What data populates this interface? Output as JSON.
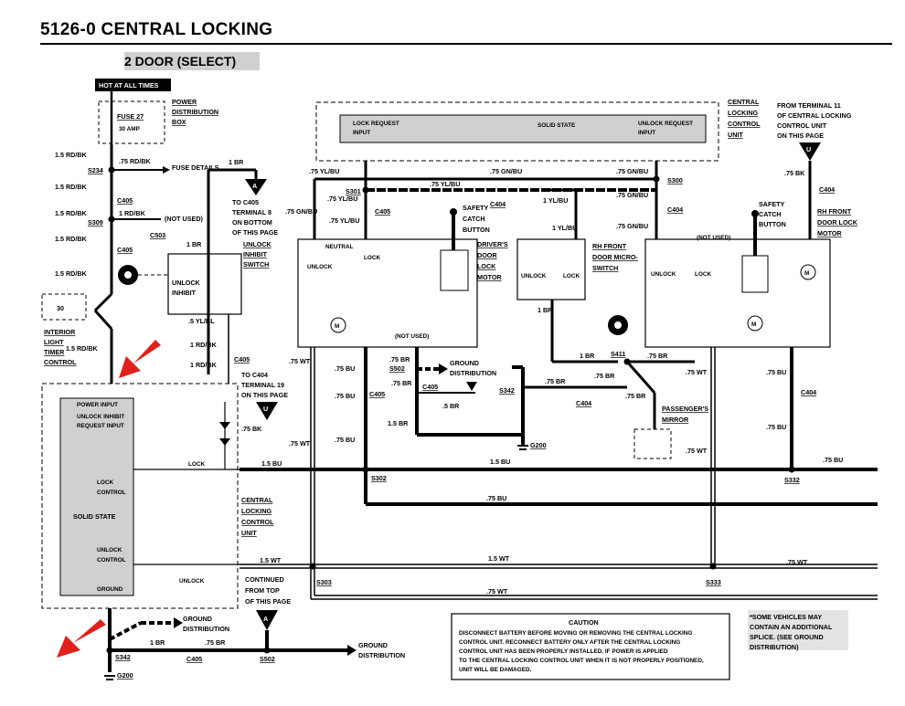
{
  "header": {
    "title": "5126-0   CENTRAL LOCKING",
    "subtitle": "2 DOOR (SELECT)"
  },
  "power": {
    "hot_label": "HOT AT ALL TIMES",
    "fuse_name": "FUSE 27",
    "fuse_rating": "30 AMP",
    "box_label_1": "POWER",
    "box_label_2": "DISTRIBUTION",
    "box_label_3": "BOX",
    "fuse_details": "FUSE DETAILS",
    "not_used": "(NOT USED)"
  },
  "connectors": {
    "s234": "S234",
    "c405": "C405",
    "s309": "S309",
    "c503": "C503",
    "s301": "S301",
    "c404": "C404",
    "s300": "S300",
    "s502": "S502",
    "s342": "S342",
    "s411": "S411",
    "g200": "G200",
    "s302": "S302",
    "s303": "S303",
    "s333": "S333",
    "s332": "S332"
  },
  "wires": {
    "w15rdbk": "1.5 RD/BK",
    "w75rdbk": ".75 RD/BK",
    "w1rdbk": "1 RD/BK",
    "w1br": "1 BR",
    "w75ylbu": ".75 YL/BU",
    "w75gnbu": ".75 GN/BU",
    "w1ylbu": "1 YL/BU",
    "w75bk": ".75 BK",
    "w15bu": "1.5 BU",
    "w75bu": ".75 BU",
    "w15wt": "1.5 WT",
    "w75wt": ".75 WT",
    "w75br": ".75 BR",
    "w5br": ".5 BR",
    "w15br": "1.5 BR",
    "w5ylbl": ".5 YL/BL"
  },
  "components": {
    "interior_timer_1": "INTERIOR",
    "interior_timer_2": "LIGHT",
    "interior_timer_3": "TIMER",
    "interior_timer_4": "CONTROL",
    "unlock_inhibit_1": "UNLOCK",
    "unlock_inhibit_2": "INHIBIT",
    "unlock_inhibit_switch_1": "UNLOCK",
    "unlock_inhibit_switch_2": "INHIBIT",
    "unlock_inhibit_switch_3": "SWITCH",
    "to_c405_1": "TO C405",
    "to_c405_2": "TERMINAL 8",
    "to_c405_3": "ON BOTTOM",
    "to_c405_4": "OF THIS PAGE",
    "to_c404_1": "TO C404",
    "to_c404_2": "TERMINAL 19",
    "to_c404_3": "ON THIS PAGE",
    "central_unit_1": "CENTRAL",
    "central_unit_2": "LOCKING",
    "central_unit_3": "CONTROL",
    "central_unit_4": "UNIT",
    "lock_request_1": "LOCK REQUEST",
    "lock_request_2": "INPUT",
    "unlock_request_1": "UNLOCK REQUEST",
    "unlock_request_2": "INPUT",
    "solid_state": "SOLID STATE",
    "from_terminal_1": "FROM TERMINAL 11",
    "from_terminal_2": "OF CENTRAL LOCKING",
    "from_terminal_3": "CONTROL UNIT",
    "from_terminal_4": "ON THIS PAGE",
    "safety_catch_1": "SAFETY",
    "safety_catch_2": "CATCH",
    "safety_catch_3": "BUTTON",
    "drivers_motor_1": "DRIVER'S",
    "drivers_motor_2": "DOOR",
    "drivers_motor_3": "LOCK",
    "drivers_motor_4": "MOTOR",
    "rh_micro_1": "RH FRONT",
    "rh_micro_2": "DOOR MICRO-",
    "rh_micro_3": "SWITCH",
    "rh_motor_1": "RH FRONT",
    "rh_motor_2": "DOOR LOCK",
    "rh_motor_3": "MOTOR",
    "neutral": "NEUTRAL",
    "unlock": "UNLOCK",
    "lock": "LOCK",
    "ground_dist_1": "GROUND",
    "ground_dist_2": "DISTRIBUTION",
    "passenger_mirror_1": "PASSENGER'S",
    "passenger_mirror_2": "MIRROR",
    "power_input": "POWER INPUT",
    "unlock_inhibit_req_1": "UNLOCK INHIBIT",
    "unlock_inhibit_req_2": "REQUEST INPUT",
    "lock_control_1": "LOCK",
    "lock_control_2": "CONTROL",
    "unlock_control_1": "UNLOCK",
    "unlock_control_2": "CONTROL",
    "ground": "GROUND",
    "continued_1": "CONTINUED",
    "continued_2": "FROM TOP",
    "continued_3": "OF THIS PAGE",
    "motor": "M",
    "connector_a": "A",
    "connector_u": "U",
    "timer_pin": "30"
  },
  "caution": {
    "title": "CAUTION",
    "line1": "DISCONNECT BATTERY BEFORE MOVING OR REMOVING THE CENTRAL LOCKING",
    "line2": "CONTROL UNIT.  RECONNECT BATTERY ONLY AFTER THE CENTRAL LOCKING",
    "line3": "CONTROL UNIT HAS BEEN PROPERLY INSTALLED.  IF POWER IS APPLIED",
    "line4": "TO THE CENTRAL LOCKING CONTROL UNIT WHEN IT IS NOT PROPERLY POSITIONED,",
    "line5": "UNIT WILL BE DAMAGED."
  },
  "footnote": {
    "line1": "*SOME VEHICLES MAY",
    "line2": "CONTAIN AN ADDITIONAL",
    "line3": "SPLICE. (SEE GROUND",
    "line4": "DISTRIBUTION)"
  },
  "colors": {
    "ink": "#000000",
    "arrow": "#e0201a",
    "shade": "#d0d0d0"
  }
}
